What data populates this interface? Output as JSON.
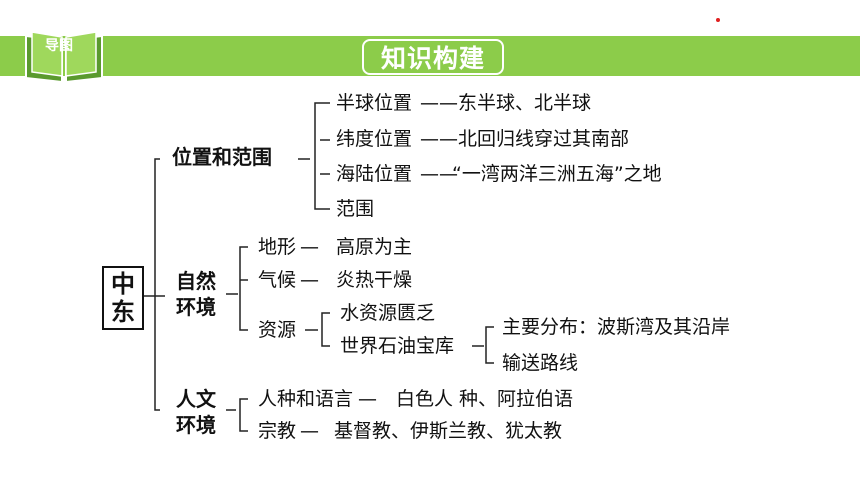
{
  "header": {
    "badge": "导图",
    "title": "知识构建"
  },
  "root": {
    "line1": "中",
    "line2": "东"
  },
  "branches": {
    "location": {
      "label": "位置和范围",
      "items": [
        {
          "label": "半球位置",
          "value": "东半球、北半球"
        },
        {
          "label": "纬度位置",
          "value": "北回归线穿过其南部"
        },
        {
          "label": "海陆位置",
          "value": "“一湾两洋三洲五海”之地"
        },
        {
          "label": "范围"
        }
      ]
    },
    "nature": {
      "label1": "自然",
      "label2": "环境",
      "terrain": {
        "label": "地形",
        "value": "高原为主"
      },
      "climate": {
        "label": "气候",
        "value": "炎热干燥"
      },
      "resources": {
        "label": "资源",
        "water": "水资源匮乏",
        "oil": "世界石油宝库",
        "oil_items": [
          "主要分布：波斯湾及其沿岸",
          "输送路线"
        ]
      }
    },
    "humanity": {
      "label1": "人文",
      "label2": "环境",
      "race_lang": {
        "label": "人种和语言",
        "value": "白色人 种、阿拉伯语"
      },
      "religion": {
        "label": "宗教",
        "value": "基督教、伊斯兰教、犹太教"
      }
    }
  }
}
